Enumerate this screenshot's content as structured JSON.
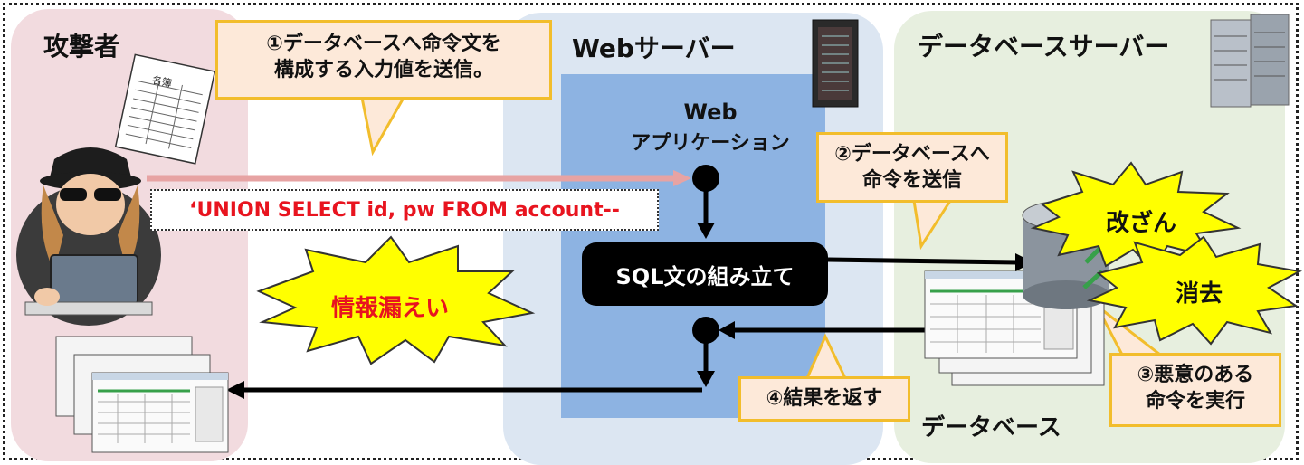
{
  "zones": {
    "attacker_title": "攻撃者",
    "web_title": "Webサーバー",
    "db_title": "データベースサーバー"
  },
  "web_app": {
    "line1": "Web",
    "line2": "アプリケーション"
  },
  "callouts": {
    "step1": [
      "①データベースへ命令文を",
      "構成する入力値を送信。"
    ],
    "step2": [
      "②データベースへ",
      "命令を送信"
    ],
    "step3": [
      "③悪意のある",
      "命令を実行"
    ],
    "step4": "④結果を返す"
  },
  "payload": "‘UNION SELECT id, pw FROM account--",
  "sql_box": "SQL文の組み立て",
  "bursts": {
    "leak": "情報漏えい",
    "tamper": "改ざん",
    "delete": "消去"
  },
  "document_label": "名簿",
  "database_label": "データベース",
  "colors": {
    "attacker_zone": "#f2dbdf",
    "web_zone": "#dce6f2",
    "db_zone": "#e7efdf",
    "webapp_panel": "#8db3e2",
    "callout_fill": "#fde9d9",
    "callout_border": "#f2bd2c",
    "burst_fill": "#ffff00",
    "alert_red": "#e8141f",
    "green_accent": "#37a04a"
  },
  "icons": [
    "attacker-icon",
    "document-icon",
    "server-rack-icon",
    "database-server-icon",
    "database-cylinder-icon",
    "screen-stack-icon"
  ]
}
